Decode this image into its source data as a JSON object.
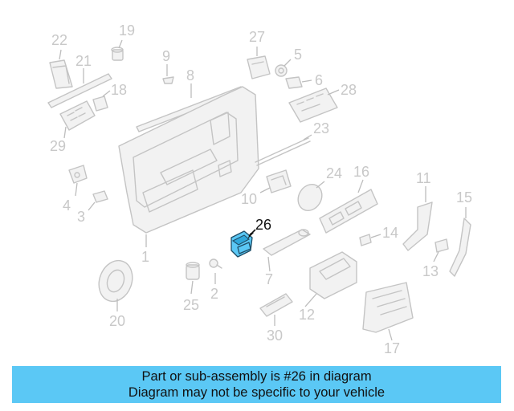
{
  "diagram": {
    "highlight_part": "26",
    "highlight_color": "#5bc8f5",
    "label_color": "#c8c8c8",
    "labels": [
      "22",
      "19",
      "27",
      "5",
      "21",
      "9",
      "18",
      "8",
      "6",
      "28",
      "29",
      "23",
      "4",
      "3",
      "10",
      "24",
      "16",
      "11",
      "15",
      "26",
      "1",
      "14",
      "7",
      "13",
      "25",
      "2",
      "12",
      "20",
      "30",
      "17"
    ]
  },
  "banner": {
    "line1": "Part or sub-assembly is #26 in diagram",
    "line2": "Diagram may not be specific to your vehicle",
    "background": "#5bc8f5"
  }
}
